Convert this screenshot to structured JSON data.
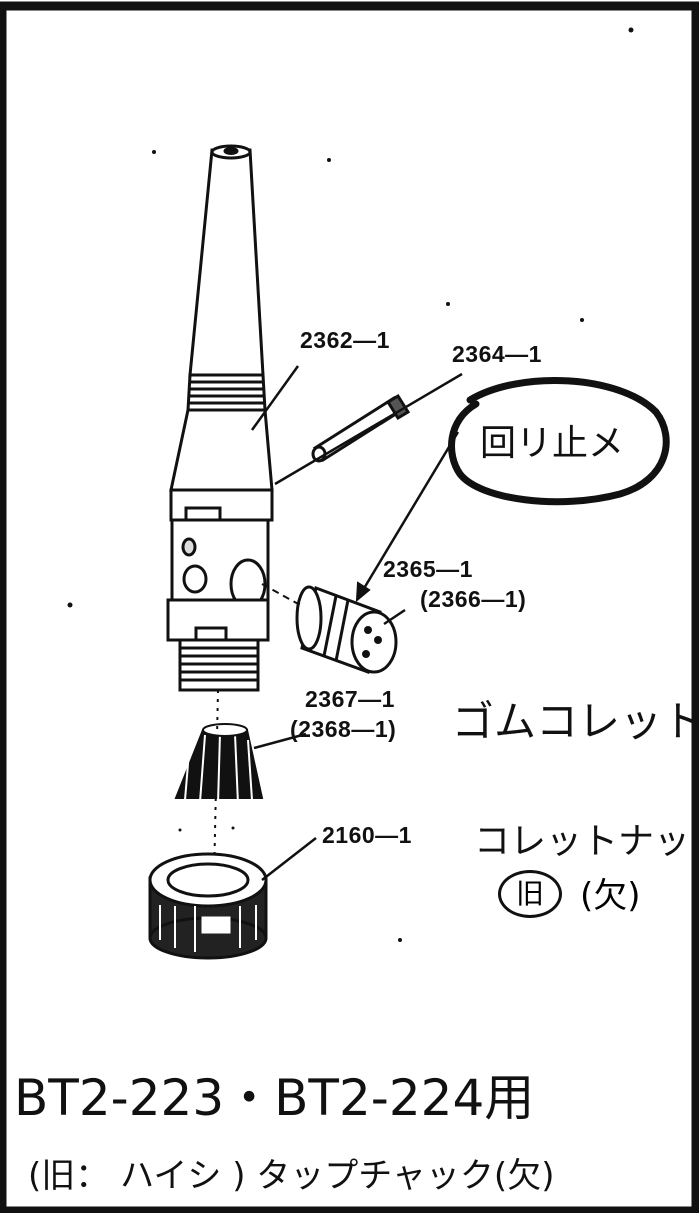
{
  "parts": {
    "body": "2362—1",
    "pin": "2364—1",
    "key_main": "2365—1",
    "key_alt": "(2366—1)",
    "collet_main": "2367—1",
    "collet_alt": "(2368—1)",
    "nut": "2160—1"
  },
  "handwritten": {
    "anti_rotation": "回リ止メ",
    "rubber_collet": "ゴムコレット",
    "collet_nut": "コレットナット",
    "old_stamp": "旧",
    "missing_mark": "(欠)",
    "title": "BT2-223・BT2-224用",
    "subtitle": "(旧： ハイシ ) タップチャック(欠)"
  }
}
